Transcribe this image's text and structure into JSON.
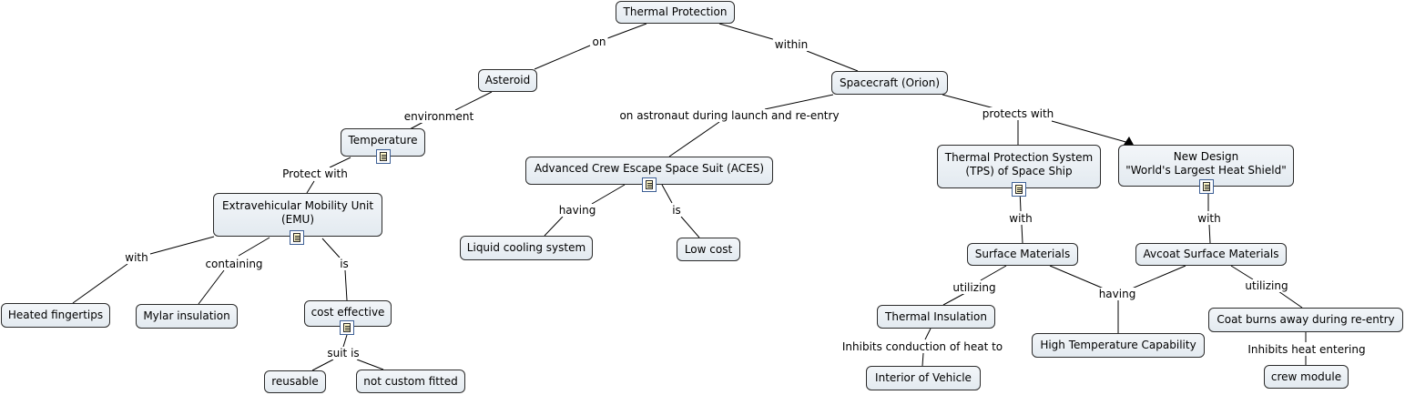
{
  "nodes": {
    "thermal_protection": "Thermal Protection",
    "asteroid": "Asteroid",
    "spacecraft": "Spacecraft (Orion)",
    "temperature": "Temperature",
    "aces": "Advanced Crew Escape Space Suit (ACES)",
    "tps": "Thermal Protection System\n(TPS) of Space Ship",
    "new_design": "New Design\n\"World's Largest Heat Shield\"",
    "emu": "Extravehicular Mobility Unit\n(EMU)",
    "liquid_cooling": "Liquid cooling system",
    "low_cost": "Low cost",
    "surface_materials": "Surface Materials",
    "avcoat": "Avcoat Surface Materials",
    "heated_fingertips": "Heated fingertips",
    "mylar": "Mylar insulation",
    "cost_effective": "cost effective",
    "thermal_insulation": "Thermal Insulation",
    "high_temp": "High Temperature Capability",
    "coat_burns": "Coat burns away during re-entry",
    "reusable": "reusable",
    "not_custom": "not custom fitted",
    "interior": "Interior of Vehicle",
    "crew_module": "crew module"
  },
  "links": {
    "on": "on",
    "within": "within",
    "environment": "environment",
    "on_astronaut": "on astronaut during launch and re-entry",
    "protects_with": "protects with",
    "protect_with": "Protect with",
    "having_aces": "having",
    "is_aces": "is",
    "with_tps": "with",
    "with_nd": "with",
    "with_emu": "with",
    "containing": "containing",
    "is_emu": "is",
    "utilizing_left": "utilizing",
    "having_mid": "having",
    "utilizing_right": "utilizing",
    "suit_is": "suit is",
    "inhibits_conduction": "Inhibits conduction of heat to",
    "inhibits_heat": "Inhibits heat entering"
  },
  "colors": {
    "node_fill": "#e8eef3",
    "node_border": "#2b2b2b",
    "line": "#000000"
  }
}
